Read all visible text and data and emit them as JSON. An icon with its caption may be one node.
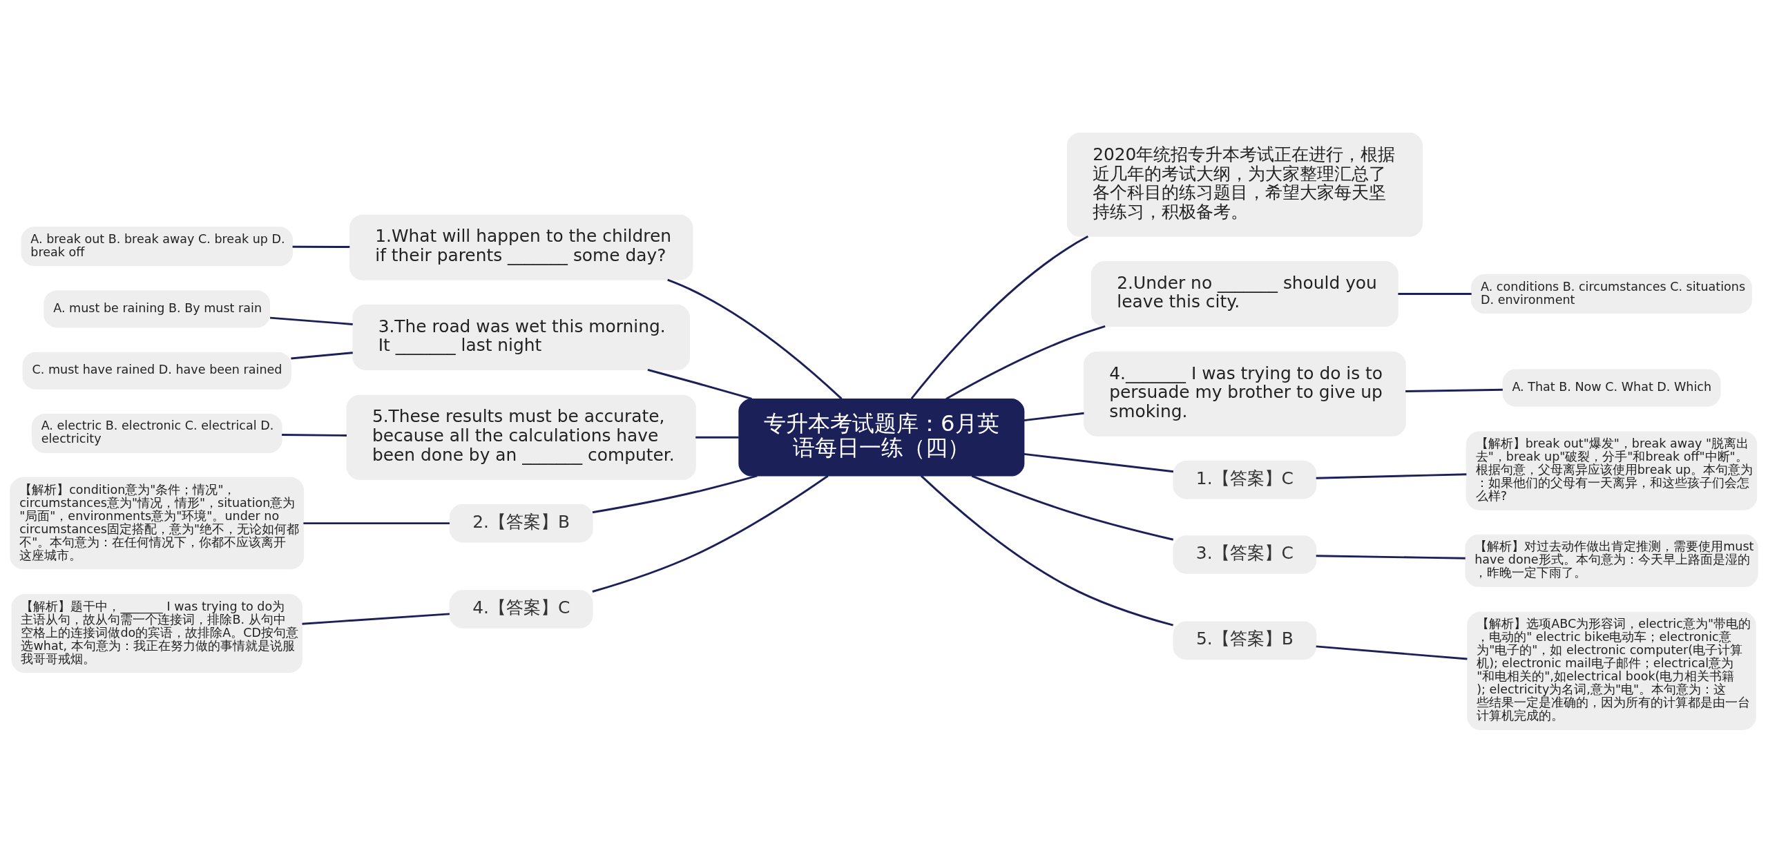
{
  "diagram": {
    "nodes": [
      {
        "text": [
          "专升本考试题库：6月英语每日一练（四）"
        ]
      },
      {
        "text": [
          "1.What will happen to the children if their parents _______ some day?"
        ]
      },
      {
        "text": [
          "A. break out B. break away C. break up D. break off"
        ]
      },
      {
        "text": [
          "3.The road was wet this morning. It _______ last night"
        ]
      },
      {
        "text": [
          "A. must be raining B. By must rain"
        ]
      },
      {
        "text": [
          "C. must have rained D. have been rained"
        ]
      },
      {
        "text": [
          "5.These results must be accurate, because all the calculations have been done by an _______ computer."
        ]
      },
      {
        "text": [
          "A. electric B. electronic C. electrical D. electricity"
        ]
      },
      {
        "text": [
          "2.【答案】B"
        ]
      },
      {
        "text": [
          "【解析】condition意为\"条件；情况\"，circumstances意为\"情况，情形\"，situation意为\"局面\"，environments意为\"环境\"。under no circumstances固定搭配，意为\"绝不，无论如何都不\"。本句意为：在任何情况下，你都不应该离开这座城市。"
        ]
      },
      {
        "text": [
          "4.【答案】C"
        ]
      },
      {
        "text": [
          "【解析】题干中，_______ I was trying to do为主语从句，故从句需一个连接词，排除B. 从句中空格上的连接词做do的宾语，故排除A。CD按句意选what, 本句意为：我正在努力做的事情就是说服我哥哥戒烟。"
        ]
      },
      {
        "text": [
          "2020年统招专升本考试正在进行，根据近几年的考试大纲，为大家整理汇总了各个科目的练习题目，希望大家每天坚持练习，积极备考。"
        ]
      },
      {
        "text": [
          "2.Under no _______ should you leave this city."
        ]
      },
      {
        "text": [
          "A. conditions B. circumstances C. situations D. environment"
        ]
      },
      {
        "text": [
          "4._______ I was trying to do is to persuade my brother to give up smoking."
        ]
      },
      {
        "text": [
          "A. That B. Now C. What D. Which"
        ]
      },
      {
        "text": [
          "1.【答案】C"
        ]
      },
      {
        "text": [
          "【解析】break out\"爆发\"，break away \"脱离出去\"，break up\"破裂，分手\"和break off\"中断\"。根据句意，父母离异应该使用break up。本句意为：如果他们的父母有一天离异，和这些孩子们会怎么样?"
        ]
      },
      {
        "text": [
          "3.【答案】C"
        ]
      },
      {
        "text": [
          "【解析】对过去动作做出肯定推测，需要使用must have done形式。本句意为：今天早上路面是湿的，昨晚一定下雨了。"
        ]
      },
      {
        "text": [
          "5.【答案】B"
        ]
      },
      {
        "text": [
          "【解析】选项ABC为形容词，electric意为\"带电的，电动的\" electric bike电动车；electronic意为\"电子的\"，如 electronic computer(电子计算机); electronic mail电子邮件；electrical意为\"和电相关的\",如electrical book(电力相关书籍); electricity为名词,意为\"电\"。本句意为：这些结果一定是准确的，因为所有的计算都是由一台计算机完成的。"
        ]
      }
    ],
    "edges": [
      {
        "from": 0,
        "to": 1,
        "arrow": "none"
      },
      {
        "from": 1,
        "to": 2,
        "arrow": "none"
      },
      {
        "from": 0,
        "to": 3,
        "arrow": "none"
      },
      {
        "from": 3,
        "to": 4,
        "arrow": "none"
      },
      {
        "from": 3,
        "to": 5,
        "arrow": "none"
      },
      {
        "from": 0,
        "to": 6,
        "arrow": "none"
      },
      {
        "from": 6,
        "to": 7,
        "arrow": "none"
      },
      {
        "from": 0,
        "to": 8,
        "arrow": "none"
      },
      {
        "from": 8,
        "to": 9,
        "arrow": "none"
      },
      {
        "from": 0,
        "to": 10,
        "arrow": "none"
      },
      {
        "from": 10,
        "to": 11,
        "arrow": "none"
      },
      {
        "from": 0,
        "to": 12,
        "arrow": "none"
      },
      {
        "from": 0,
        "to": 13,
        "arrow": "none"
      },
      {
        "from": 13,
        "to": 14,
        "arrow": "none"
      },
      {
        "from": 0,
        "to": 15,
        "arrow": "none"
      },
      {
        "from": 15,
        "to": 16,
        "arrow": "none"
      },
      {
        "from": 0,
        "to": 17,
        "arrow": "none"
      },
      {
        "from": 17,
        "to": 18,
        "arrow": "none"
      },
      {
        "from": 0,
        "to": 19,
        "arrow": "none"
      },
      {
        "from": 19,
        "to": 20,
        "arrow": "none"
      },
      {
        "from": 0,
        "to": 21,
        "arrow": "none"
      },
      {
        "from": 21,
        "to": 22,
        "arrow": "none"
      }
    ]
  }
}
